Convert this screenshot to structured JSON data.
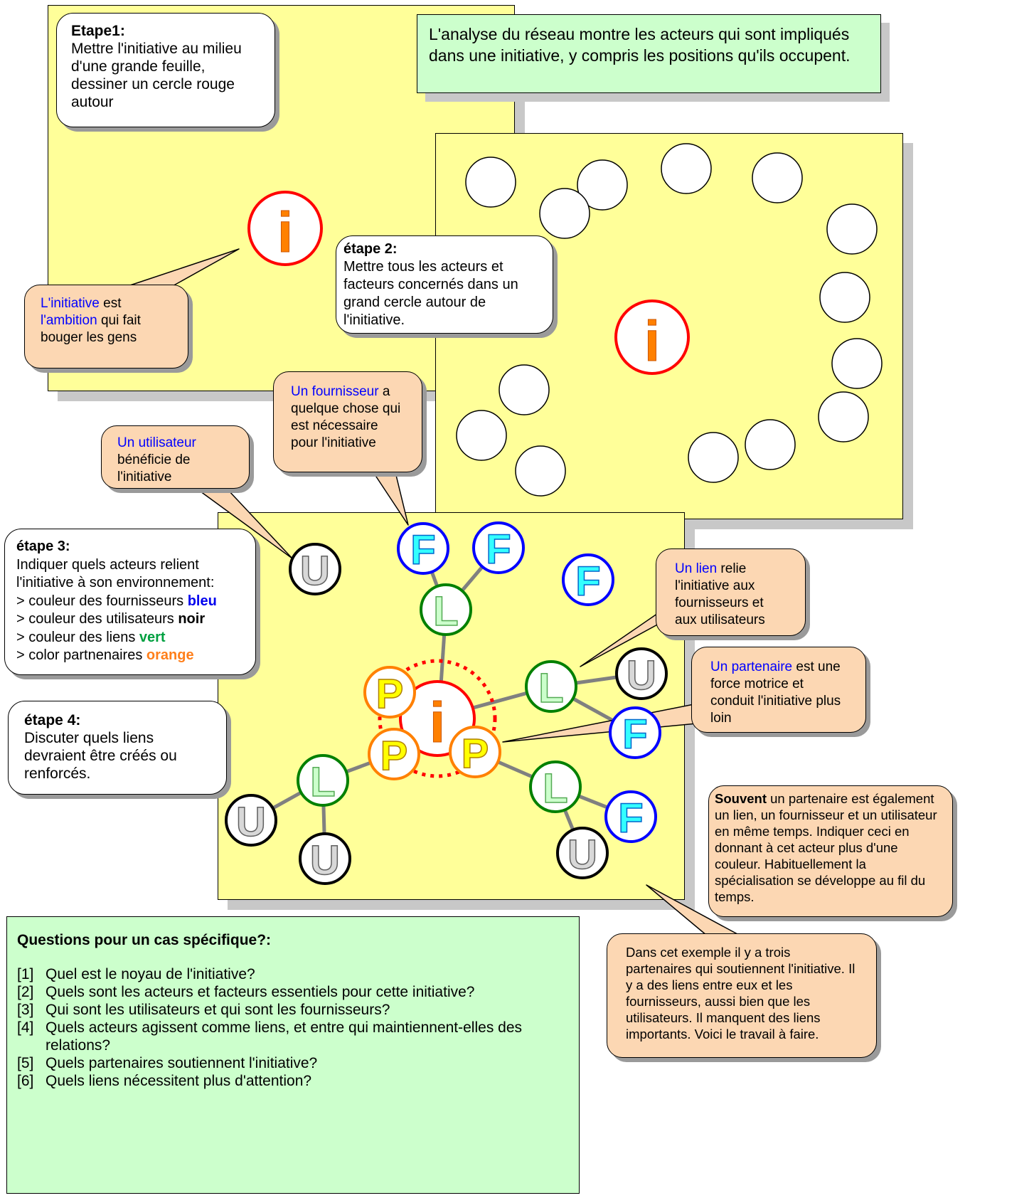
{
  "intro_text": "L'analyse du réseau montre les acteurs qui sont impliqués dans une initiative, y compris les positions qu'ils occupent.",
  "step1": {
    "title": "Etape1:",
    "body": "Mettre l'initiative au milieu d'une grande feuille, dessiner un cercle rouge autour"
  },
  "step2": {
    "title": "étape 2:",
    "body": "Mettre tous les acteurs et facteurs concernés dans un grand cercle autour de l'initiative."
  },
  "step3": {
    "title": "étape 3:",
    "intro": "Indiquer quels acteurs relient l'initiative à son environnement:",
    "line1_prefix": "> couleur des fournisseurs ",
    "line1_kw": "bleu",
    "line2_prefix": "> couleur des utilisateurs ",
    "line2_kw": "noir",
    "line3_prefix": "> couleur des liens ",
    "line3_kw": "vert",
    "line4_prefix": "> color partnenaires ",
    "line4_kw": "orange"
  },
  "step4": {
    "title": "étape 4:",
    "body": "Discuter quels liens devraient être créés ou renforcés."
  },
  "callouts": {
    "initiative": {
      "term": "L'initiative",
      "mid": " est ",
      "term2": "l'ambition",
      "rest": " qui fait bouger les gens"
    },
    "utilisateur": {
      "term": "Un utilisateur",
      "rest": " bénéficie de l'initiative"
    },
    "fournisseur": {
      "term": "Un fournisseur",
      "rest": " a quelque chose qui est nécessaire pour l'initiative"
    },
    "lien": {
      "term": "Un lien",
      "rest": " relie l'initiative aux fournisseurs et aux utilisateurs"
    },
    "partenaire": {
      "term": "Un partenaire",
      "rest": " est une force motrice et conduit l'initiative plus loin"
    },
    "souvent": {
      "bold": "Souvent",
      "rest": "  un partenaire  est également un lien, un fournisseur et un utilisateur en même temps. Indiquer ceci en donnant à cet acteur plus d'une couleur. Habituellement la spécialisation se développe au fil du temps."
    },
    "exemple": {
      "text": "Dans cet exemple il y a trois partenaires qui soutiennent l'initiative. Il y a des liens entre eux et les fournisseurs, aussi bien que les utilisateurs. Il manquent des liens importants. Voici le travail à faire."
    }
  },
  "node_letters": {
    "initiative": "i",
    "fournisseur": "F",
    "utilisateur": "U",
    "lien": "L",
    "partenaire": "P"
  },
  "colors": {
    "initiative": "#ff0000",
    "fournisseur": "#0000ff",
    "utilisateur": "#000000",
    "lien": "#008000",
    "partenaire": "#ff8000",
    "sheet": "#ffff99",
    "peach": "#fcd7b3",
    "green_box": "#ccffcc"
  },
  "questions": {
    "title": "Questions pour un cas spécifique?:",
    "items": [
      {
        "num": "[1]",
        "text": "Quel est le noyau de l'initiative?"
      },
      {
        "num": "[2]",
        "text": "Quels sont les acteurs et facteurs essentiels pour cette initiative?"
      },
      {
        "num": "[3]",
        "text": "Qui sont les utilisateurs et qui sont les fournisseurs?"
      },
      {
        "num": "[4]",
        "text": "Quels acteurs agissent comme liens, et entre qui maintiennent-elles des relations?"
      },
      {
        "num": "[5]",
        "text": "Quels partenaires soutiennent l'initiative?"
      },
      {
        "num": "[6]",
        "text": "Quels liens nécessitent plus d'attention?"
      }
    ]
  }
}
